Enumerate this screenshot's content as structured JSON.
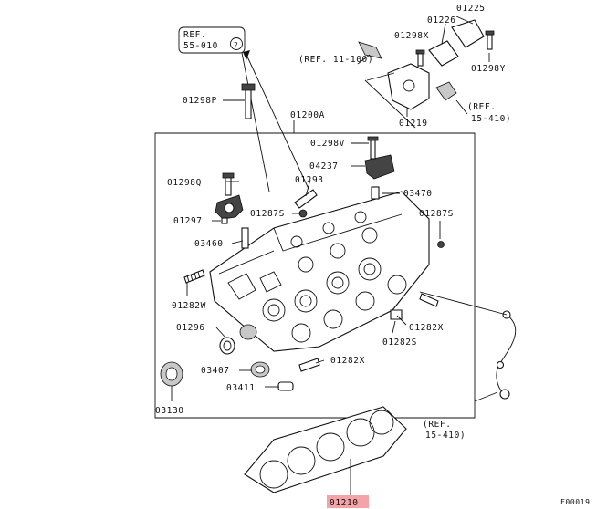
{
  "refs": {
    "ref_55_010_line1": "REF.",
    "ref_55_010_line2": "55-010",
    "ref_55_010_badge": "2",
    "ref_11_100": "(REF. 11-100)",
    "ref_15_410_top_line1": "(REF.",
    "ref_15_410_top_line2": "15-410)",
    "ref_15_410_bottom_line1": "(REF.",
    "ref_15_410_bottom_line2": "15-410)"
  },
  "parts": {
    "p01225": "01225",
    "p01226": "01226",
    "p01298X": "01298X",
    "p01298Y": "01298Y",
    "p01219": "01219",
    "p01298P": "01298P",
    "p01200A": "01200A",
    "p01298V": "01298V",
    "p04237": "04237",
    "p01293": "01293",
    "p01298Q": "01298Q",
    "p03470": "03470",
    "p01297": "01297",
    "p01287S_left": "01287S",
    "p01287S_right": "01287S",
    "p03460": "03460",
    "p01282W": "01282W",
    "p01296": "01296",
    "p01282X_right": "01282X",
    "p01282S": "01282S",
    "p01282X_bottom": "01282X",
    "p03407": "03407",
    "p03411": "03411",
    "p03130": "03130",
    "p01210": "01210"
  },
  "figure_code": "F00019",
  "colors": {
    "highlight": "#f4a3a8",
    "line": "#111111"
  }
}
